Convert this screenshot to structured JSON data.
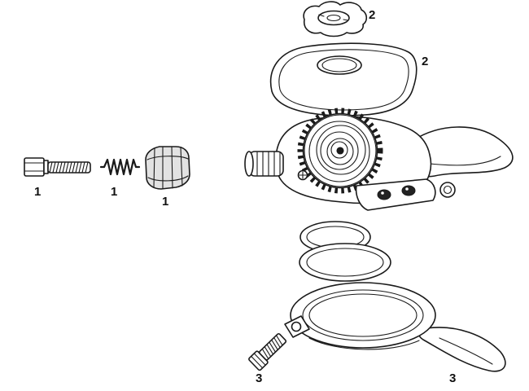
{
  "diagram": {
    "type": "exploded-parts-diagram",
    "colors": {
      "line": "#1a1a1a",
      "background": "#ffffff",
      "shade": "#e2e2e2",
      "dark_detail": "#222222"
    },
    "parts": [
      {
        "name": "hex-bolt",
        "label": "1"
      },
      {
        "name": "coil-spring",
        "label": "1"
      },
      {
        "name": "cable-anchor-block",
        "label": "1"
      },
      {
        "name": "adjuster-dial",
        "label": "2"
      },
      {
        "name": "top-cover",
        "label": "2"
      },
      {
        "name": "clamp-bolt",
        "label": "3"
      },
      {
        "name": "clamp-lever",
        "label": "3"
      }
    ]
  }
}
